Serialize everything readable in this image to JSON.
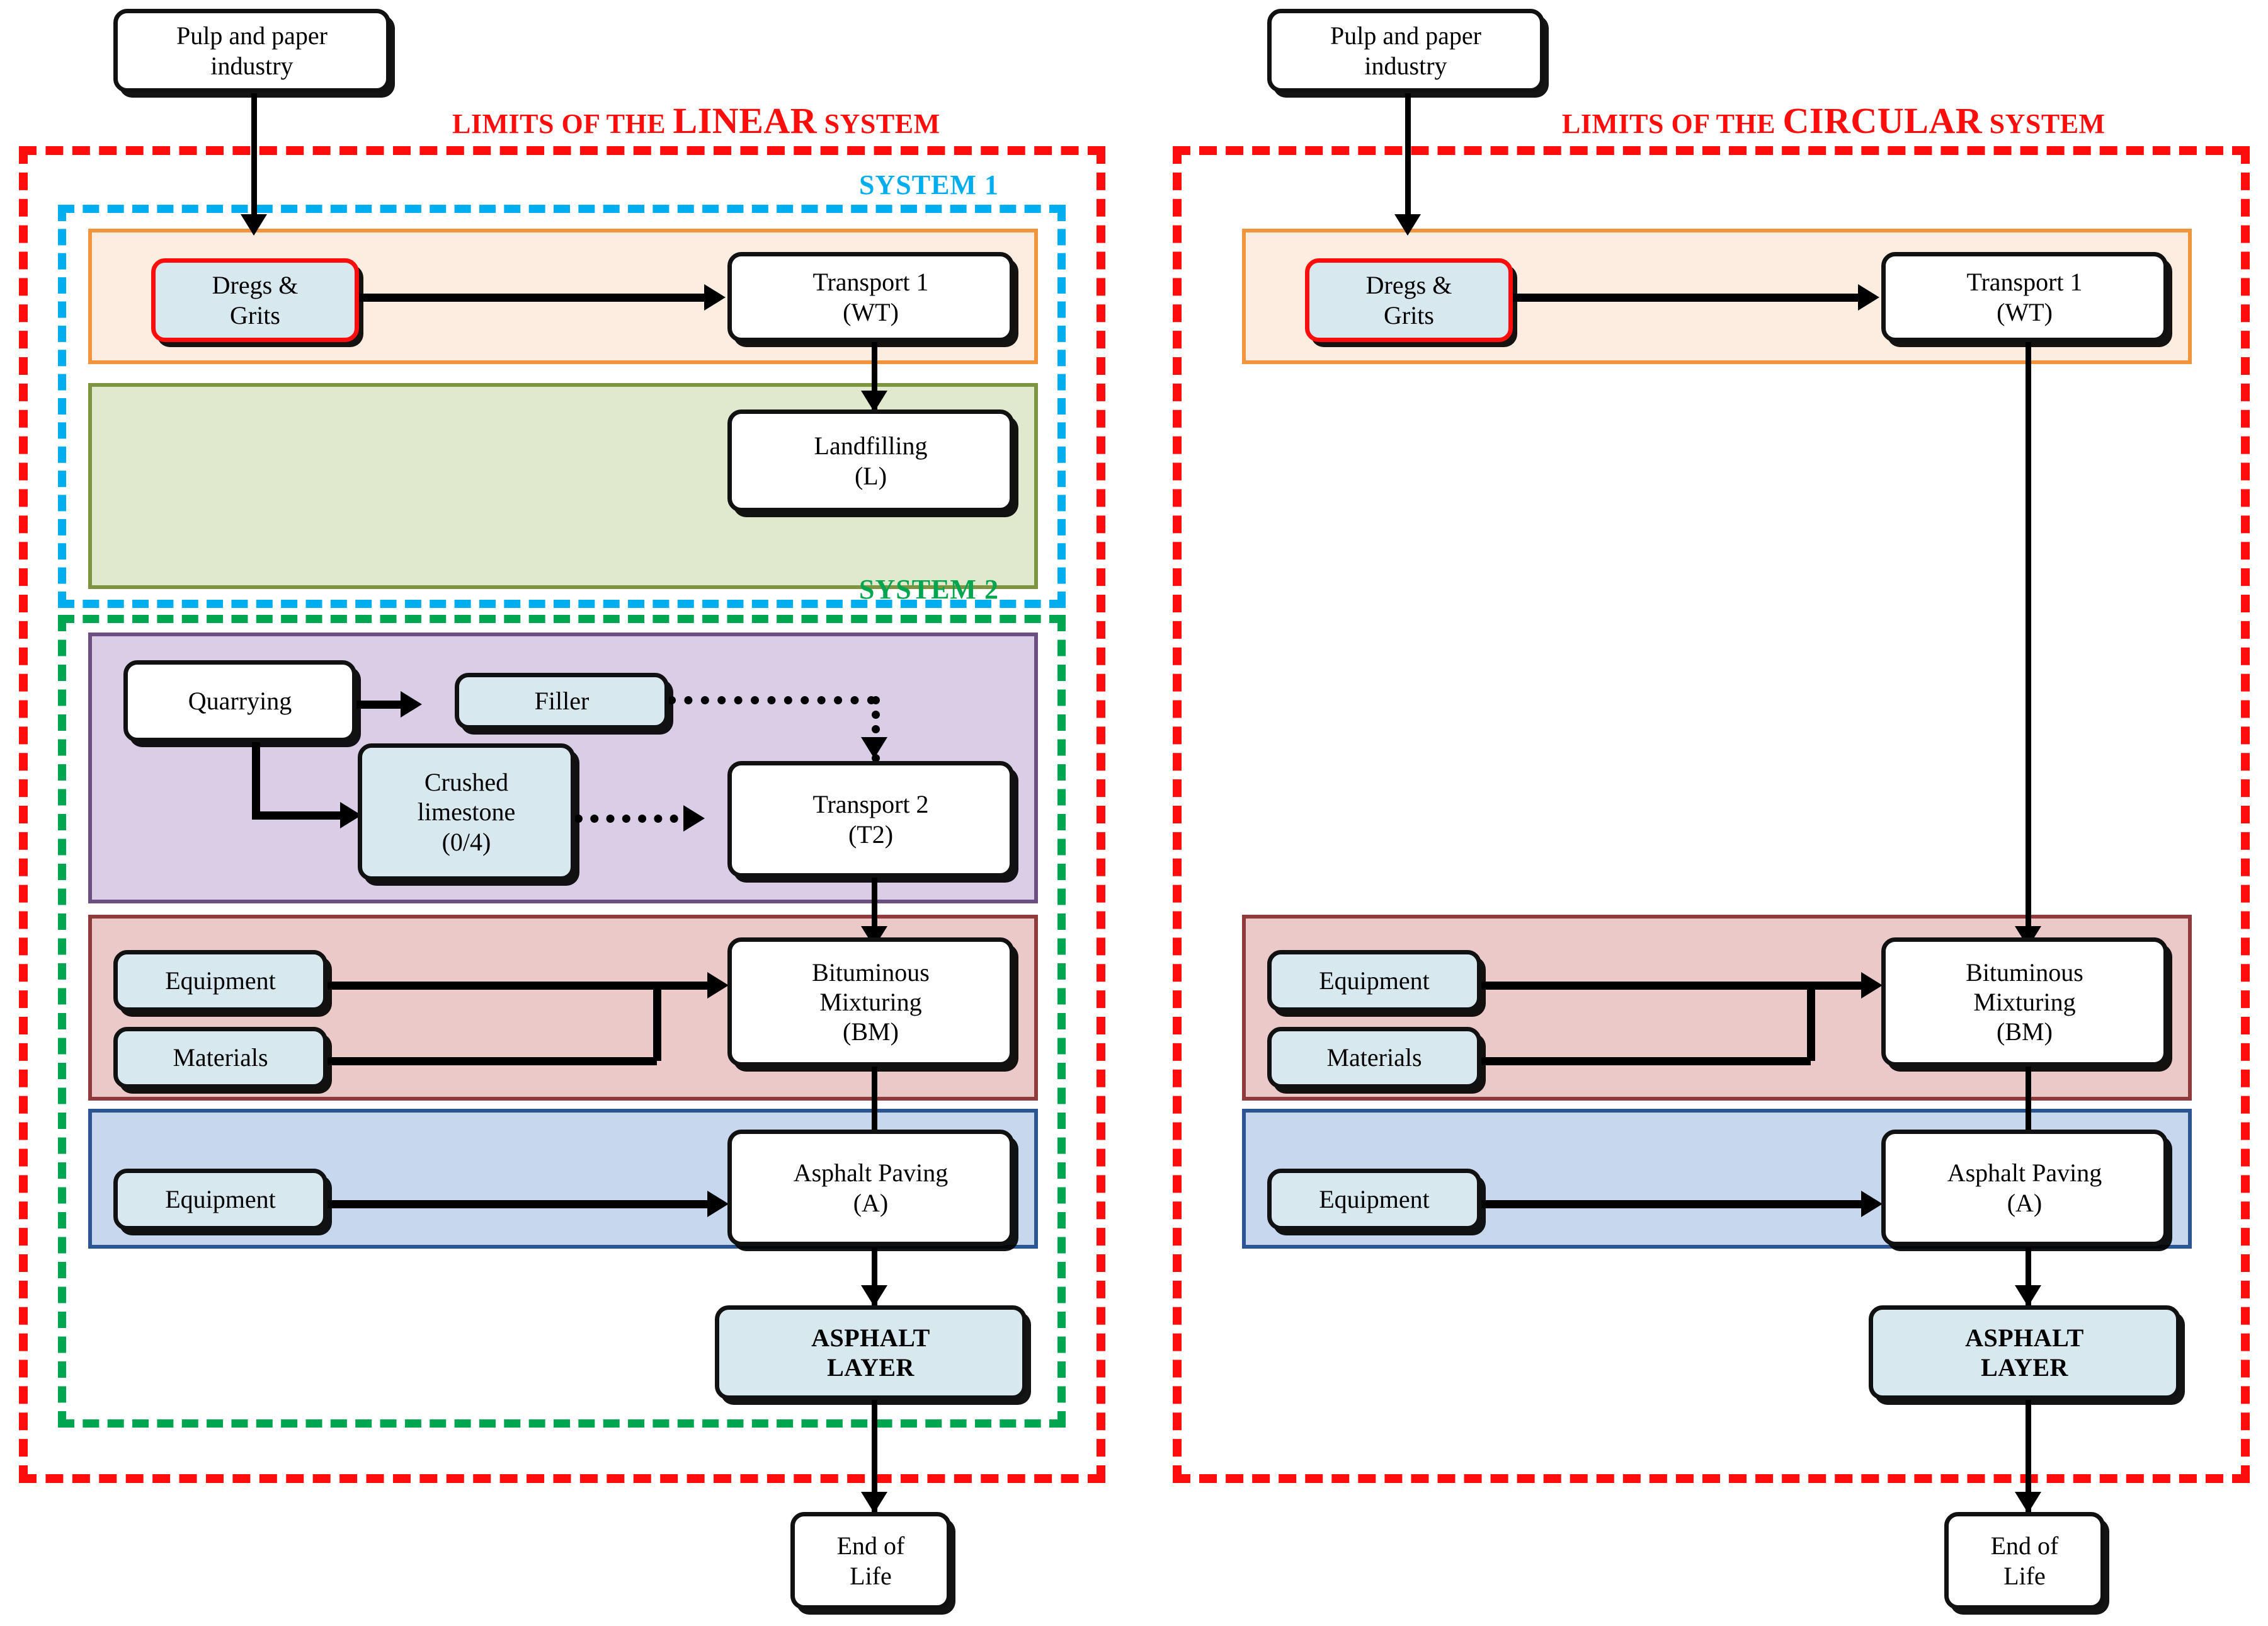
{
  "diagram": {
    "title": "System boundaries of the linear and circular asphalt pavement systems",
    "colors": {
      "boundary_red": "#FF0D0D",
      "system1_blue": "#00ADEF",
      "system2_green": "#00A64F",
      "band_orange_border": "#F0943E",
      "band_orange_fill": "#FDEDE0",
      "band_olive_border": "#7E9440",
      "band_olive_fill": "#E0E8CE",
      "band_purple_border": "#6A4F80",
      "band_purple_fill": "#D9CEE5",
      "band_maroon_border": "#8F3B3B",
      "band_maroon_fill": "#ECC9C9",
      "band_blue_border": "#2C5692",
      "band_blue_fill": "#C6D7EE",
      "node_fill_blue": "#D8E8EF",
      "node_outline": "#111111"
    }
  },
  "left_panel": {
    "boundary_label": {
      "prefix": "LIMITS OF THE ",
      "emphasis": "LINEAR",
      "suffix": " SYSTEM"
    },
    "system1_label": "SYSTEM 1",
    "system2_label": "SYSTEM 2",
    "nodes": {
      "source": "Pulp and paper\nindustry",
      "dregs_grits": "Dregs &\nGrits",
      "transport1": "Transport 1\n(WT)",
      "landfilling": "Landfilling\n(L)",
      "quarrying": "Quarrying",
      "filler": "Filler",
      "crushed_limestone": "Crushed\nlimestone\n(0/4)",
      "transport2": "Transport 2\n(T2)",
      "equipment_bm": "Equipment",
      "materials_bm": "Materials",
      "bituminous_mixturing": "Bituminous\nMixturing\n(BM)",
      "equipment_paving": "Equipment",
      "asphalt_paving": "Asphalt Paving\n(A)",
      "asphalt_layer": "ASPHALT\nLAYER",
      "end_of_life": "End of\nLife"
    }
  },
  "right_panel": {
    "boundary_label": {
      "prefix": "LIMITS OF THE ",
      "emphasis": "CIRCULAR",
      "suffix": " SYSTEM"
    },
    "nodes": {
      "source": "Pulp and paper\nindustry",
      "dregs_grits": "Dregs &\nGrits",
      "transport1": "Transport 1\n(WT)",
      "equipment_bm": "Equipment",
      "materials_bm": "Materials",
      "bituminous_mixturing": "Bituminous\nMixturing\n(BM)",
      "equipment_paving": "Equipment",
      "asphalt_paving": "Asphalt Paving\n(A)",
      "asphalt_layer": "ASPHALT\nLAYER",
      "end_of_life": "End of\nLife"
    }
  }
}
